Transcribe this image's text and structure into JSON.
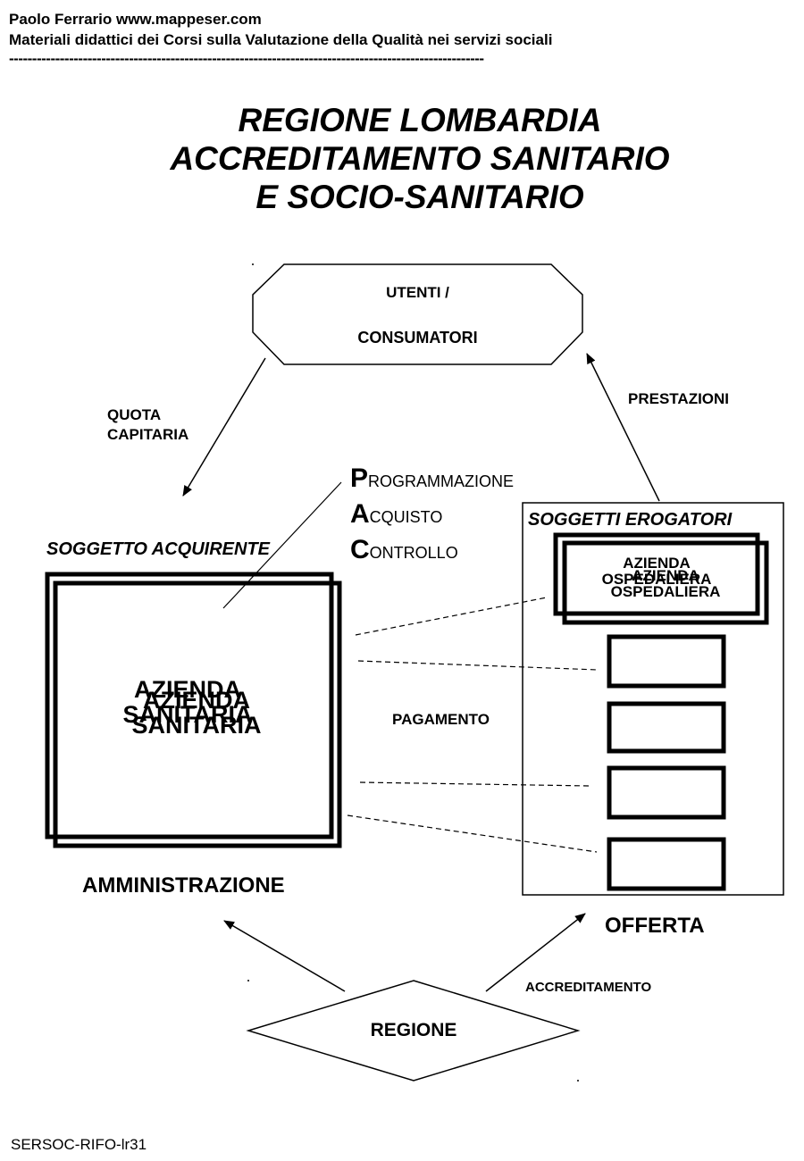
{
  "header": {
    "line1": "Paolo Ferrario www.mappeser.com",
    "line2": "Materiali didattici dei Corsi sulla Valutazione della Qualità nei servizi sociali",
    "rule": "-------------------------------------------------------------------------------------------------------"
  },
  "title": {
    "line1": "REGIONE LOMBARDIA",
    "line2": "ACCREDITAMENTO SANITARIO",
    "line3": "E SOCIO-SANITARIO"
  },
  "diagram": {
    "utenti_line1": "UTENTI /",
    "utenti_line2": "CONSUMATORI",
    "quota_line1": "QUOTA",
    "quota_line2": "CAPITARIA",
    "prestazioni": "PRESTAZIONI",
    "pac": [
      {
        "cap": "P",
        "rest": "ROGRAMMAZIONE"
      },
      {
        "cap": "A",
        "rest": "CQUISTO"
      },
      {
        "cap": "C",
        "rest": "ONTROLLO"
      }
    ],
    "soggetto_acquirente": "SOGGETTO ACQUIRENTE",
    "soggetti_erogatori": "SOGGETTI EROGATORI",
    "azienda_sanitaria_line1": "AZIENDA",
    "azienda_sanitaria_line2": "SANITARIA",
    "azienda_ospedaliera_line1": "AZIENDA",
    "azienda_ospedaliera_line2": "OSPEDALIERA",
    "pagamento": "PAGAMENTO",
    "amministrazione": "AMMINISTRAZIONE",
    "offerta": "OFFERTA",
    "accreditamento": "ACCREDITAMENTO",
    "regione": "REGIONE"
  },
  "footer": {
    "code": "SERSOC-RIFO-lr31"
  }
}
